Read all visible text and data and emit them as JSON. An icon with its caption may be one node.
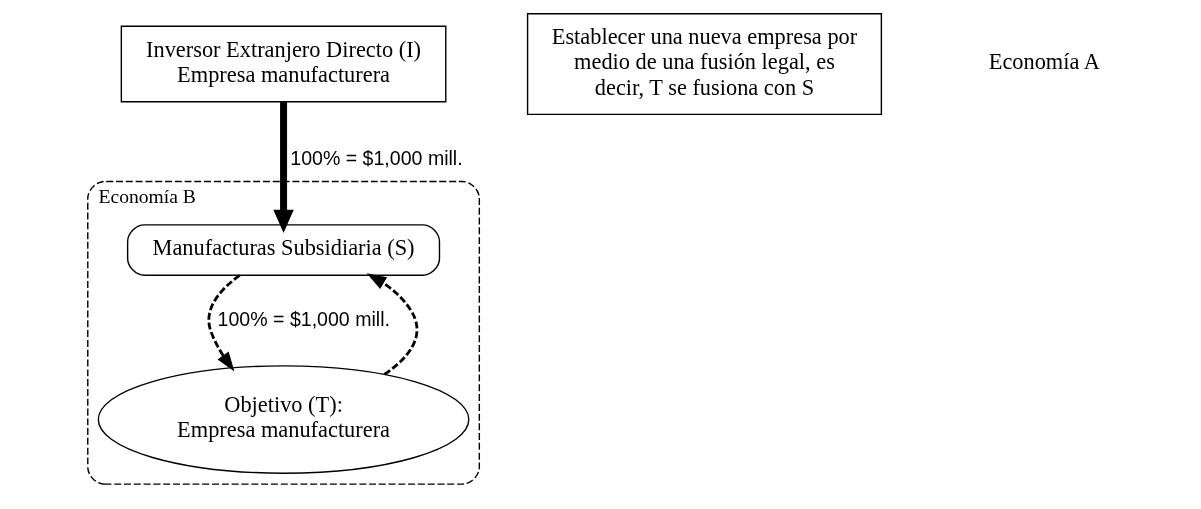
{
  "diagram": {
    "nodes": [
      {
        "text": [
          "Inversor Extranjero Directo (I)",
          "Empresa manufacturera"
        ]
      },
      {
        "text": [
          "Economía B"
        ]
      },
      {
        "text": [
          "Manufacturas Subsidiaria (S)"
        ],
        "in": 1
      },
      {
        "text": [
          "Objetivo (T):",
          "Empresa manufacturera"
        ],
        "in": 1
      },
      {
        "text": [
          "Establecer una nueva empresa por medio de una fusión legal, es decir, T se fusiona con S"
        ]
      }
    ],
    "edges": [
      {
        "from": 0,
        "to": 2,
        "arrow": "to",
        "label": "100% = $1,000 mill.",
        "style": "thick"
      },
      {
        "from": 3,
        "to": 2,
        "arrow": "to",
        "style": "dashed"
      },
      {
        "from": 2,
        "to": 3,
        "arrow": "to",
        "label": "100% = $1,000 mill.",
        "style": "dashed"
      }
    ],
    "labels": [
      "Economía A"
    ]
  }
}
